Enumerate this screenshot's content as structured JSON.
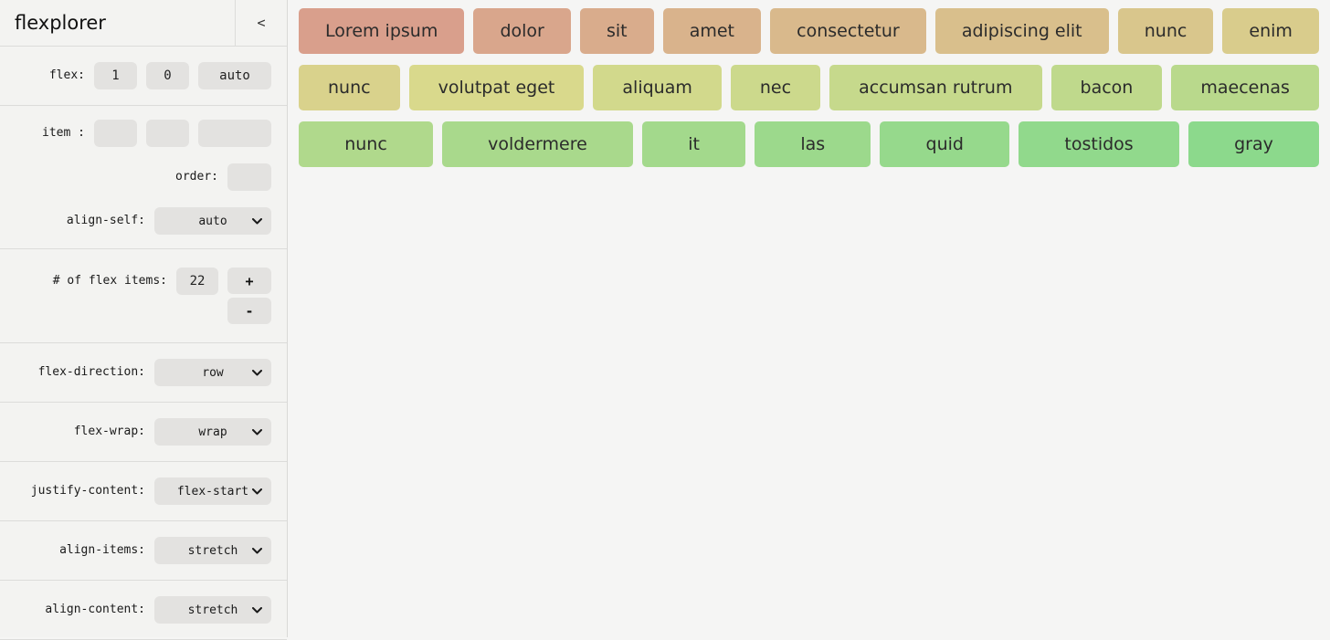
{
  "app": {
    "title": "flexplorer",
    "collapse_label": "<"
  },
  "colors": {
    "sidebar_bg": "#f3f3f1",
    "main_bg": "#f5f5f4",
    "control_bg": "#e3e2e0",
    "divider": "#dcdcda",
    "item_text": "#2b2b2b"
  },
  "sidebar": {
    "flex_row": {
      "label": "flex:",
      "values": [
        "1",
        "0",
        "auto"
      ]
    },
    "item_row": {
      "label": "item :",
      "values": [
        "",
        "",
        ""
      ]
    },
    "order_row": {
      "label": "order:",
      "value": ""
    },
    "align_self_row": {
      "label": "align-self:",
      "value": "auto"
    },
    "count_row": {
      "label": "# of flex items:",
      "value": "22",
      "increment": "+",
      "decrement": "-"
    },
    "selects": [
      {
        "label": "flex-direction:",
        "value": "row"
      },
      {
        "label": "flex-wrap:",
        "value": "wrap"
      },
      {
        "label": "justify-content:",
        "value": "flex-start"
      },
      {
        "label": "align-items:",
        "value": "stretch"
      },
      {
        "label": "align-content:",
        "value": "stretch"
      }
    ]
  },
  "main": {
    "rows": [
      [
        {
          "label": "Lorem ipsum",
          "color": "#d99f8c"
        },
        {
          "label": "dolor",
          "color": "#d9a68c"
        },
        {
          "label": "sit",
          "color": "#d9ac8c"
        },
        {
          "label": "amet",
          "color": "#d9b38c"
        },
        {
          "label": "consectetur",
          "color": "#d9b98c"
        },
        {
          "label": "adipiscing elit",
          "color": "#d9bf8c"
        },
        {
          "label": "nunc",
          "color": "#d9c68c"
        },
        {
          "label": "enim",
          "color": "#d9cc8c"
        }
      ],
      [
        {
          "label": "nunc",
          "color": "#d9d28c"
        },
        {
          "label": "volutpat eget",
          "color": "#d9d98c"
        },
        {
          "label": "aliquam",
          "color": "#d2d98c"
        },
        {
          "label": "nec",
          "color": "#ccd98c"
        },
        {
          "label": "accumsan rutrum",
          "color": "#c6d98c"
        },
        {
          "label": "bacon",
          "color": "#bfd98c"
        },
        {
          "label": "maecenas",
          "color": "#b9d98c"
        }
      ],
      [
        {
          "label": "nunc",
          "color": "#b0d98c"
        },
        {
          "label": "voldermere",
          "color": "#a9d98c"
        },
        {
          "label": "it",
          "color": "#a3d98c"
        },
        {
          "label": "las",
          "color": "#9cd98c"
        },
        {
          "label": "quid",
          "color": "#96d98c"
        },
        {
          "label": "tostidos",
          "color": "#91d98c"
        },
        {
          "label": "gray",
          "color": "#8cd98c"
        }
      ]
    ]
  }
}
